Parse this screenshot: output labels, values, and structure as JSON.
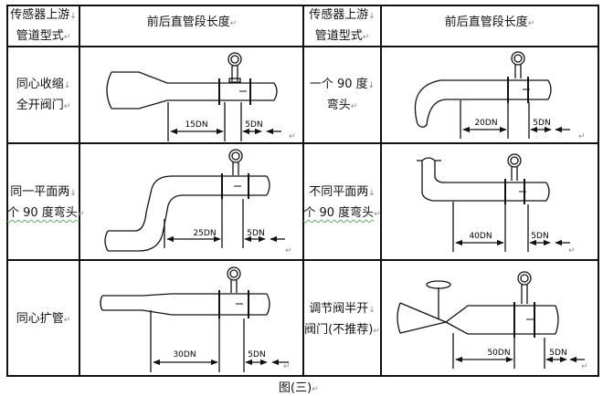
{
  "headers": [
    {
      "line1": "传感器上游",
      "line2": "管道型式"
    },
    {
      "text": "前后直管段长度"
    },
    {
      "line1": "传感器上游",
      "line2": "管道型式"
    },
    {
      "text": "前后直管段长度"
    }
  ],
  "rows": [
    {
      "left": {
        "line1": "同心收缩",
        "line2": "全开阀门",
        "upstream": "15DN",
        "downstream": "5DN"
      },
      "right": {
        "line1": "一个 90 度",
        "line2": "弯头",
        "upstream": "20DN",
        "downstream": "5DN"
      }
    },
    {
      "left": {
        "line1": "同一平面两",
        "line2": "个 90 度弯头",
        "upstream": "25DN",
        "downstream": "5DN"
      },
      "right": {
        "line1": "不同平面两",
        "line2": "个 90 度弯头",
        "upstream": "40DN",
        "downstream": "5DN"
      }
    },
    {
      "left": {
        "line1": "同心扩管",
        "line2": "",
        "upstream": "30DN",
        "downstream": "5DN"
      },
      "right": {
        "line1": "调节阀半开",
        "line2": "阀门(不推荐)",
        "upstream": "50DN",
        "downstream": "5DN"
      }
    }
  ],
  "caption": "图(三)",
  "marks": {
    "para": "↵",
    "line": "↓"
  }
}
